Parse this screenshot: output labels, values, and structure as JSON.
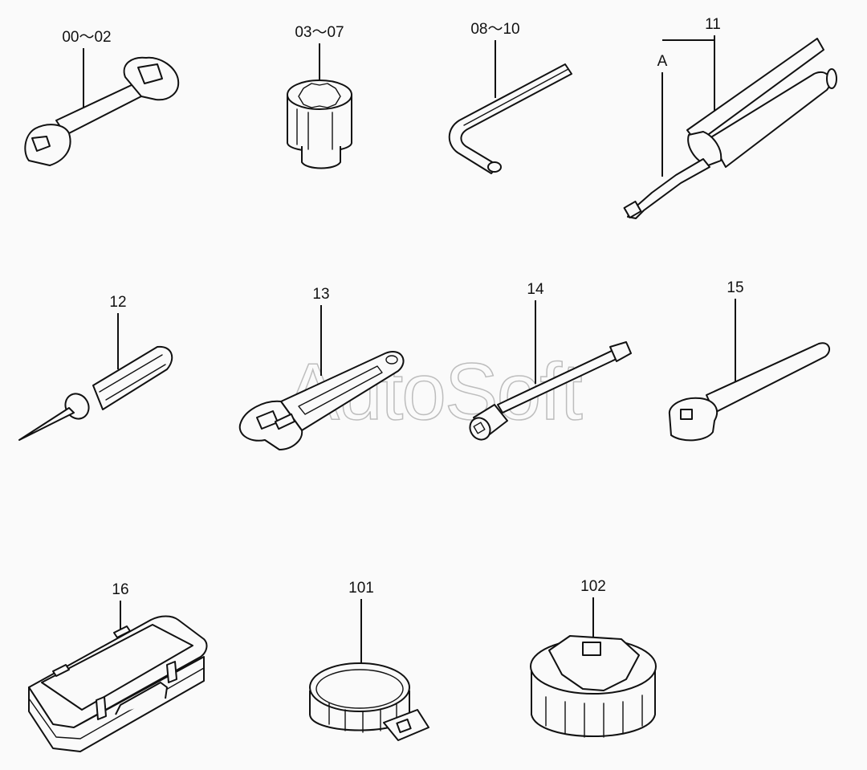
{
  "labels": {
    "p00": "00～02",
    "p03": "03～07",
    "p08": "08～10",
    "p11": "11",
    "pA": "A",
    "p12": "12",
    "p13": "13",
    "p14": "14",
    "p15": "15",
    "p16": "16",
    "p101": "101",
    "p102": "102"
  },
  "watermark": "AutoSoft"
}
